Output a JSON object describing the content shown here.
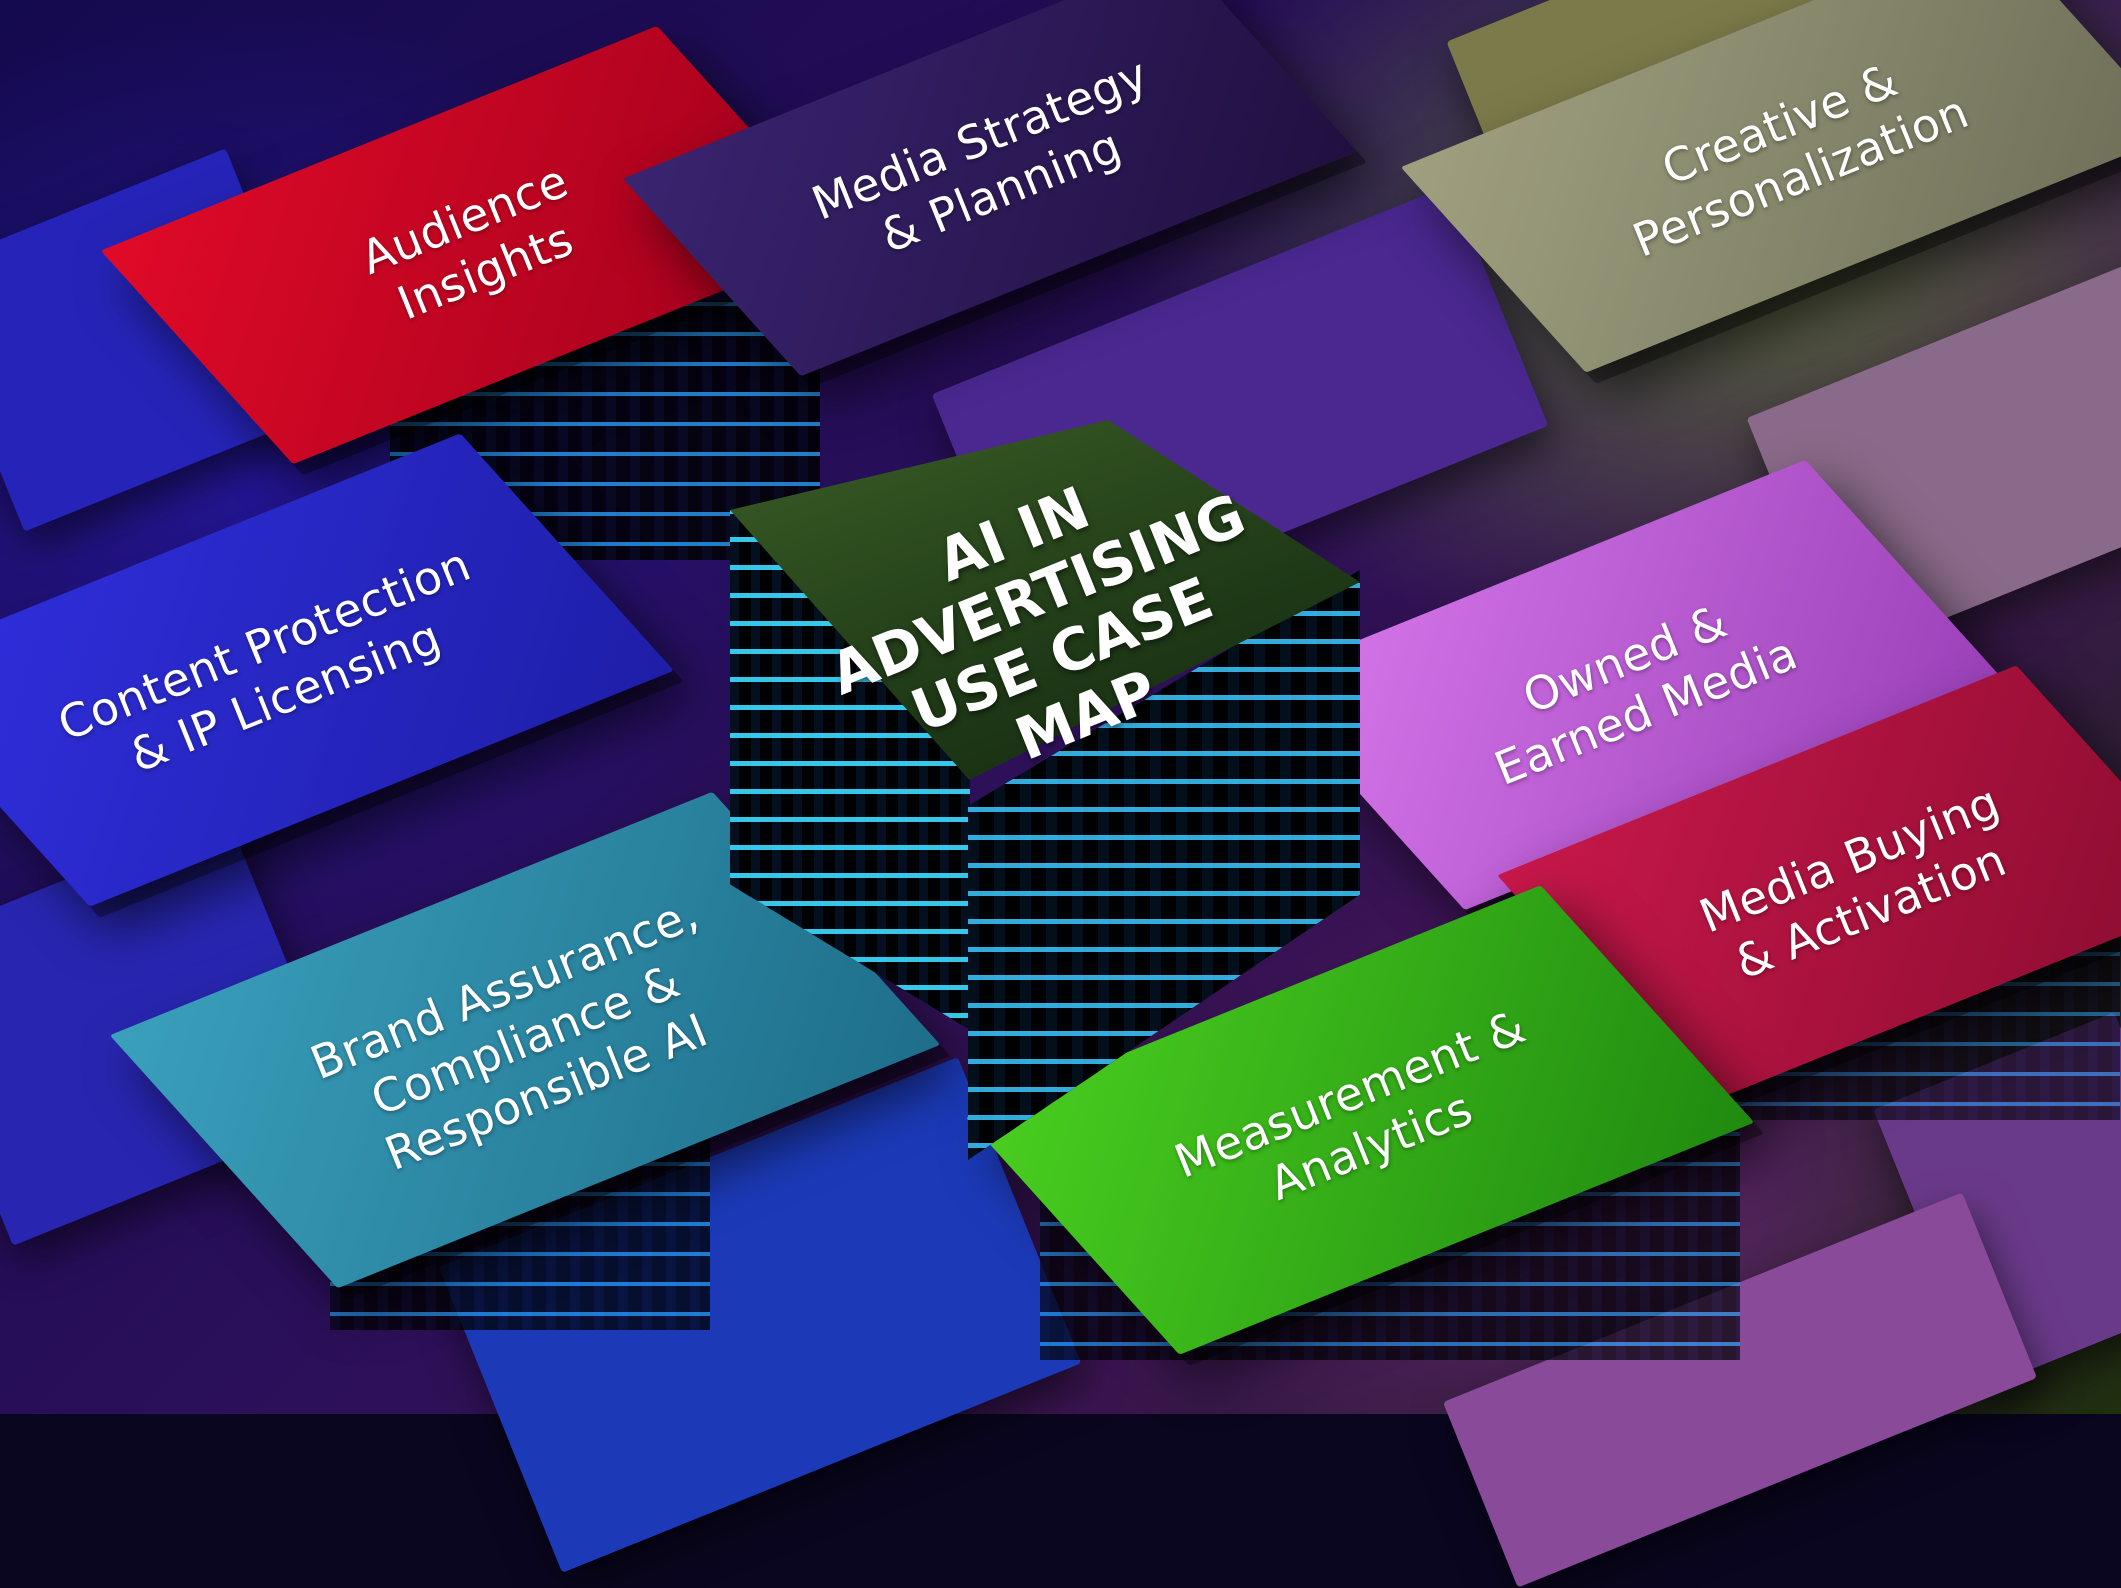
{
  "title": "AI IN\nADVERTISING\nUSE CASE\nMAP",
  "tiles": [
    {
      "label": "Audience\nInsights",
      "color": "#c4001c"
    },
    {
      "label": "Media Strategy\n& Planning",
      "color": "#2a1a55"
    },
    {
      "label": "Creative &\nPersonalization",
      "color": "#8a8a6a"
    },
    {
      "label": "Content Protection\n& IP Licensing",
      "color": "#2a2ad0"
    },
    {
      "label": "Owned &\nEarned Media",
      "color": "#c060d8"
    },
    {
      "label": "Media Buying\n& Activation",
      "color": "#b0103c"
    },
    {
      "label": "Brand Assurance,\nCompliance &\nResponsible AI",
      "color": "#2a8ca8"
    },
    {
      "label": "Measurement &\nAnalytics",
      "color": "#39b81a"
    }
  ],
  "colors": {
    "center_cube": "#2a4a1e",
    "circuit_glow": "#3ad4ff"
  }
}
